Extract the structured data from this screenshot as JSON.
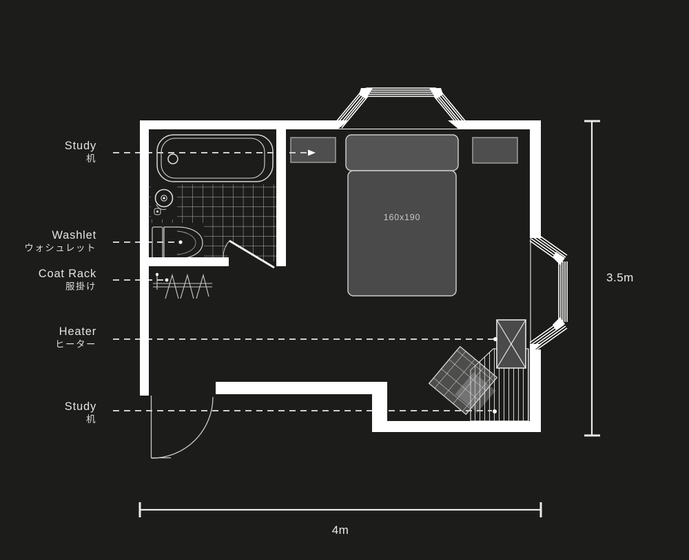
{
  "plan": {
    "labels": [
      {
        "id": "study-top",
        "en": "Study",
        "ja": "机"
      },
      {
        "id": "washlet",
        "en": "Washlet",
        "ja": "ウォシュレット"
      },
      {
        "id": "coat-rack",
        "en": "Coat Rack",
        "ja": "服掛け"
      },
      {
        "id": "heater",
        "en": "Heater",
        "ja": "ヒーター"
      },
      {
        "id": "study-bottom",
        "en": "Study",
        "ja": "机"
      }
    ],
    "bed_size": "160x190",
    "dimension_width": "4m",
    "dimension_height": "3.5m",
    "colors": {
      "background": "#1c1c1a",
      "wall": "#ffffff",
      "furniture_fill": "#4a4a4a",
      "line": "#d8d8d8",
      "text": "#e3e3e3"
    }
  }
}
